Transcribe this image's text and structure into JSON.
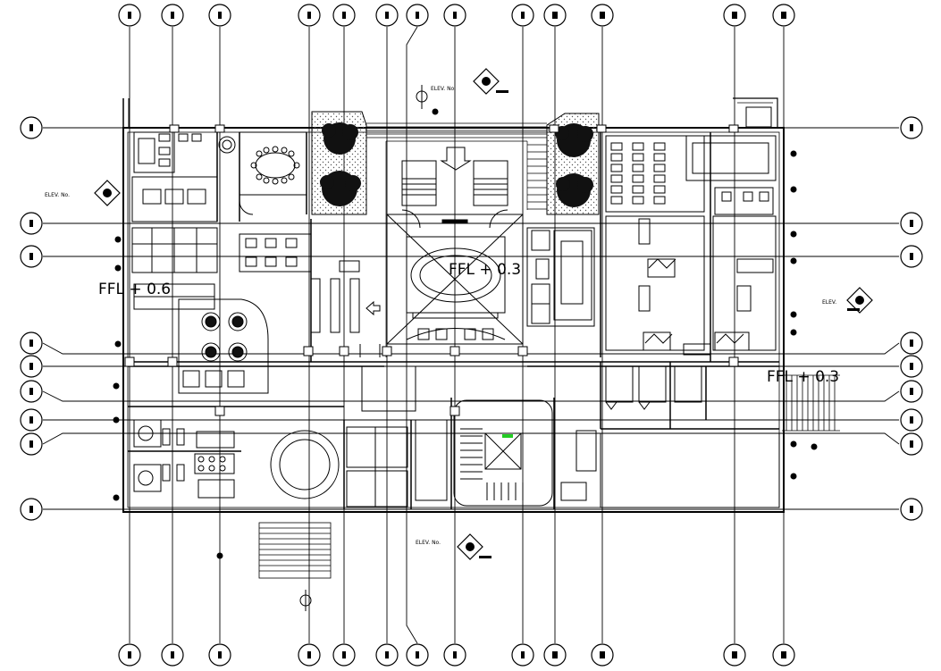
{
  "labels": {
    "ffl_center": "FFL + 0.3",
    "ffl_left": "FFL + 0.6",
    "ffl_right": "FFL + 0.3",
    "elev_top": "ELEV. No.",
    "elev_left": "ELEV. No.",
    "elev_right": "ELEV.",
    "elev_bottom": "ELEV. No."
  },
  "colors": {
    "line": "#000000",
    "tree": "#111111",
    "hatch": "#777777",
    "elevator_accent": "#22cc22"
  },
  "icons": [
    "grid-bubble-icon",
    "elevation-marker-icon",
    "tree-icon",
    "north-arrow-icon"
  ]
}
